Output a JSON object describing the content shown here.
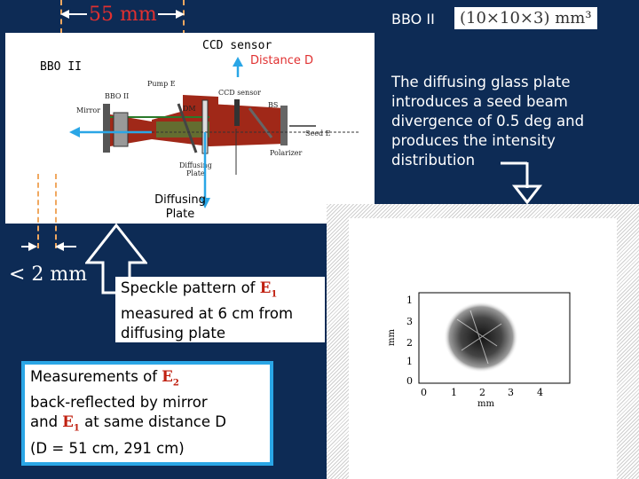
{
  "dimension_top": "55 mm",
  "dimension_gap": "< 2 mm",
  "setup_labels": {
    "ccd_sensor": "CCD sensor",
    "distance_d": "Distance D",
    "bbo_left": "BBO II",
    "diffusing_plate_line1": "Diffusing",
    "diffusing_plate_line2": "Plate"
  },
  "schematic_labels": {
    "bbo": "BBO II",
    "pump": "Pump E",
    "mirror": "Mirror",
    "dm": "DM",
    "ccd": "CCD sensor",
    "bs": "BS",
    "seed": "Seed E",
    "polarizer": "Polarizer",
    "diffusing": "Diffusing",
    "plate": "Plate"
  },
  "bbo_title": "BBO II",
  "bbo_dimensions": "(10×10×3) mm³",
  "description": "The diffusing glass plate introduces a seed beam divergence of 0.5 deg and produces the intensity distribution",
  "speckle_caption": {
    "prefix": "Speckle pattern of",
    "field": "E",
    "field_sub": "1",
    "rest": "measured at 6 cm from diffusing plate"
  },
  "measurements": {
    "prefix": "Measurements of",
    "field2": "E",
    "field2_sub": "2",
    "line2": "back-reflected by mirror",
    "line3_prefix": "and",
    "field1": "E",
    "field1_sub": "1",
    "line3_suffix": "at same distance D",
    "line4": "(D = 51 cm, 291 cm)"
  },
  "plot": {
    "y_ticks": [
      "1",
      "3",
      "2",
      "1",
      "0"
    ],
    "x_ticks": [
      "0",
      "1",
      "2",
      "3",
      "4"
    ],
    "y_label": "mm",
    "x_label": "mm"
  },
  "colors": {
    "background": "#0d2b55",
    "accent_red": "#e03030",
    "marker_orange": "#f0a860",
    "box_border": "#2aa6e6",
    "beam": "#a02818"
  }
}
